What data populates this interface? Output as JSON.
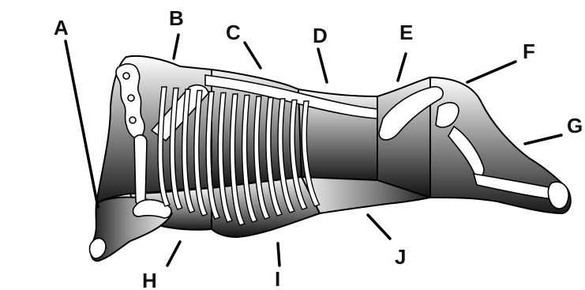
{
  "diagram": {
    "labels": {
      "a": "A",
      "b": "B",
      "c": "C",
      "d": "D",
      "e": "E",
      "f": "F",
      "g": "G",
      "h": "H",
      "i": "I",
      "j": "J"
    }
  }
}
